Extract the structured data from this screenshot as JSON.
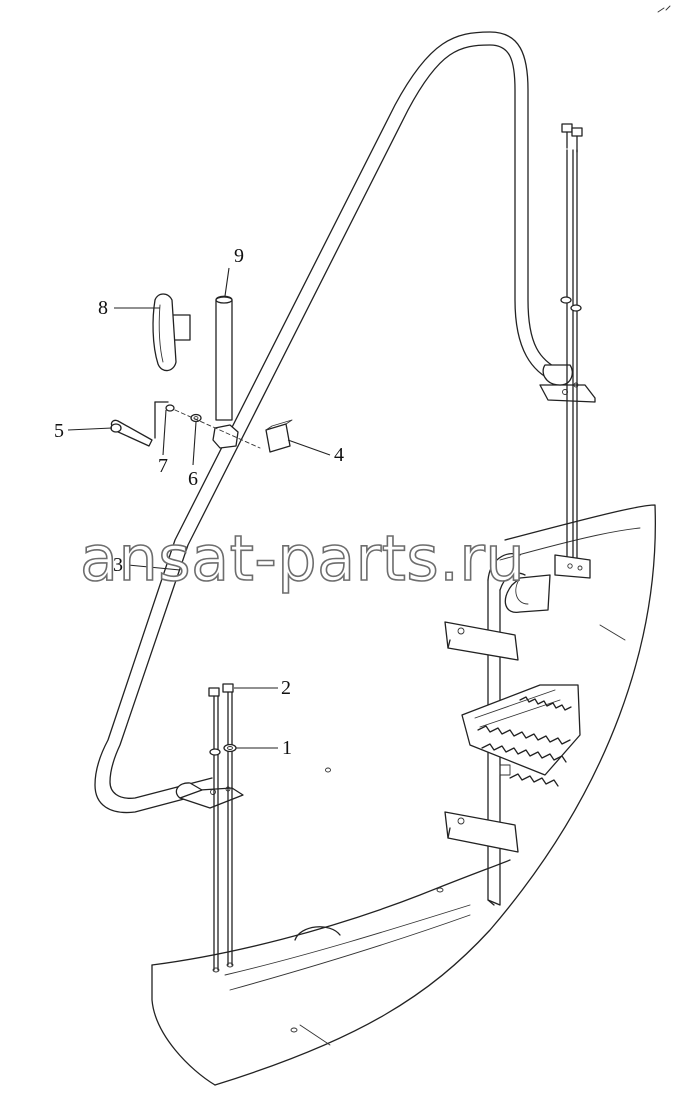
{
  "diagram": {
    "part_labels": [
      "1",
      "2",
      "3",
      "4",
      "5",
      "6",
      "7",
      "8",
      "9"
    ],
    "watermark": "ansat-parts.ru",
    "colors": {
      "line": "#222222",
      "background": "#ffffff",
      "watermark_outline": "#6d6d6d"
    }
  }
}
